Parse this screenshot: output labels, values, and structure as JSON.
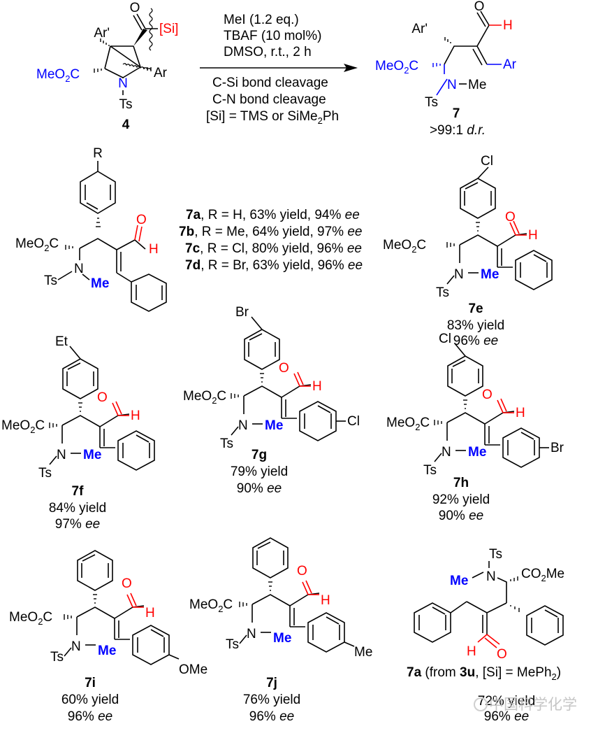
{
  "scheme": {
    "reactant": {
      "label": "4",
      "groups": {
        "ester": "MeO2C",
        "ar_prime": "Ar'",
        "ar": "Ar",
        "n": "N",
        "ts": "Ts",
        "o": "O",
        "si": "[Si]"
      }
    },
    "conditions": {
      "above": [
        "MeI (1.2 eq.)",
        "TBAF (10 mol%)",
        "DMSO, r.t., 2 h"
      ],
      "below": [
        "C-Si bond cleavage",
        "C-N bond cleavage",
        "[Si] = TMS or SiMe2Ph"
      ]
    },
    "product": {
      "label": "7",
      "dr": ">99:1",
      "dr_suffix": "d.r.",
      "groups": {
        "ester": "MeO2C",
        "ar_prime": "Ar'",
        "ar": "Ar",
        "n": "N",
        "me": "Me",
        "ts": "Ts",
        "o": "O",
        "h": "H"
      }
    }
  },
  "series_abcd": {
    "substituent_label": "R",
    "entries": [
      {
        "id": "7a",
        "r": "H",
        "yield": "63% yield",
        "ee": "94%"
      },
      {
        "id": "7b",
        "r": "Me",
        "yield": "64% yield",
        "ee": "97%"
      },
      {
        "id": "7c",
        "r": "Cl",
        "yield": "80% yield",
        "ee": "96%"
      },
      {
        "id": "7d",
        "r": "Br",
        "yield": "63% yield",
        "ee": "96%"
      }
    ]
  },
  "compounds": [
    {
      "id": "7e",
      "top_sub": "Cl",
      "aryl_sub": "",
      "yield": "83% yield",
      "ee": "96%"
    },
    {
      "id": "7f",
      "top_sub": "Et",
      "aryl_sub": "",
      "yield": "84% yield",
      "ee": "97%"
    },
    {
      "id": "7g",
      "top_sub": "Br",
      "aryl_sub": "Cl",
      "yield": "79% yield",
      "ee": "90%"
    },
    {
      "id": "7h",
      "top_sub": "Cl",
      "aryl_sub": "Br",
      "yield": "92% yield",
      "ee": "90%"
    },
    {
      "id": "7i",
      "top_sub": "",
      "aryl_sub": "OMe",
      "yield": "60% yield",
      "ee": "96%"
    },
    {
      "id": "7j",
      "top_sub": "",
      "aryl_sub": "Me",
      "yield": "76% yield",
      "ee": "96%"
    }
  ],
  "last": {
    "id": "7a",
    "note_prefix": "(from ",
    "source": "3u",
    "note_mid": ", [Si] = MePh",
    "note_sub": "2",
    "note_end": ")",
    "yield": "72% yield",
    "ee": "96%",
    "groups": {
      "ts": "Ts",
      "n": "N",
      "me": "Me",
      "co2me": "CO2Me",
      "o": "O",
      "h": "H"
    }
  },
  "common": {
    "ee_label": "ee",
    "ester": "MeO",
    "ester_c": "C",
    "sub2": "2",
    "n": "N",
    "me": "Me",
    "ts": "Ts",
    "o": "O",
    "h": "H"
  },
  "watermark": "中国科学化学"
}
